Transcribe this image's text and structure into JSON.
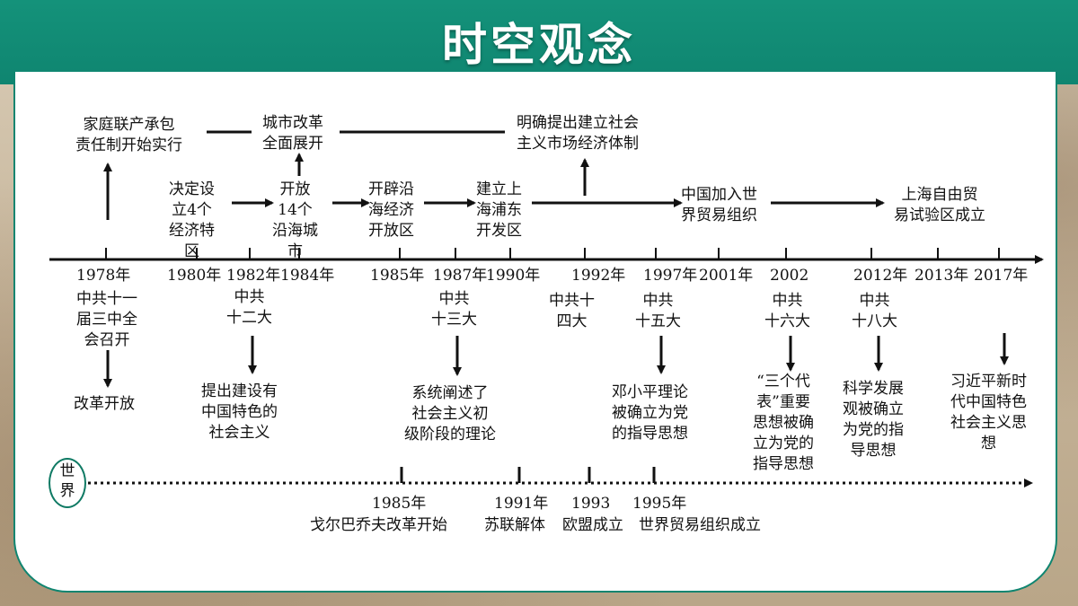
{
  "header": {
    "title": "时空观念"
  },
  "colors": {
    "header": "#0f8570",
    "line": "#111111",
    "frame": "#0f8570"
  },
  "china_years": [
    "1978年",
    "1980年",
    "1982年",
    "1984年",
    "1985年",
    "1987年",
    "1990年",
    "1992年",
    "1997年",
    "2001年",
    "2002",
    "2012年",
    "2013年",
    "2017年"
  ],
  "above_events": {
    "e1978": "家庭联产承包\n责任制开始实行",
    "e1980": "决定设\n立4个\n经济特\n区",
    "e1984a": "城市改革\n全面展开",
    "e1984b": "开放\n14个\n沿海城\n市",
    "e1985": "开辟沿\n海经济\n开放区",
    "e1990": "建立上\n海浦东\n开发区",
    "e1992": "明确提出建立社会\n主义市场经济体制",
    "e2001": "中国加入世\n界贸易组织",
    "e2013": "上海自由贸\n易试验区成立"
  },
  "congresses": {
    "c1978": "中共十一\n届三中全\n会召开",
    "c1982": "中共\n十二大",
    "c1987": "中共\n十三大",
    "c1992": "中共十\n四大",
    "c1997": "中共\n十五大",
    "c2002": "中共\n十六大",
    "c2012": "中共\n十八大"
  },
  "outcomes": {
    "o1978": "改革开放",
    "o1982": "提出建设有\n中国特色的\n社会主义",
    "o1987": "系统阐述了\n社会主义初\n级阶段的理论",
    "o1997": "邓小平理论\n被确立为党\n的指导思想",
    "o2002": "“三个代\n表”重要\n思想被确\n立为党的\n指导思想",
    "o2012": "科学发展\n观被确立\n为党的指\n导思想",
    "o2017": "习近平新时\n代中国特色\n社会主义思\n想"
  },
  "world": {
    "label": "世\n界",
    "years": [
      "1985年",
      "1991年",
      "1993",
      "1995年"
    ],
    "events": [
      "戈尔巴乔夫改革开始",
      "苏联解体",
      "欧盟成立",
      "世界贸易组织成立"
    ]
  }
}
